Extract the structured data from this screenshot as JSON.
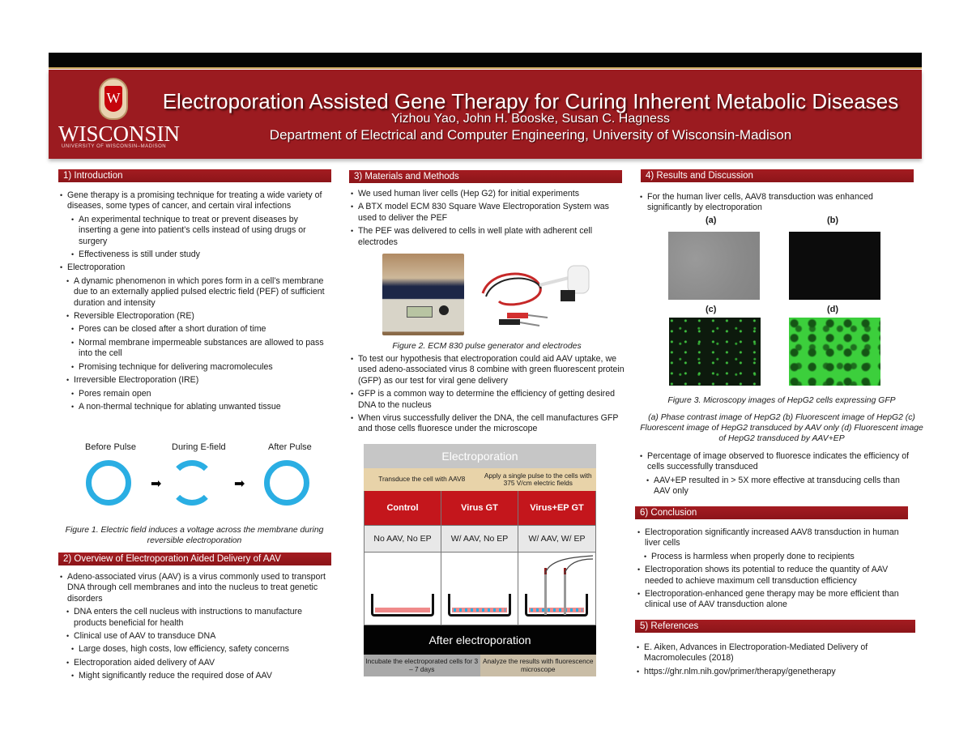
{
  "header": {
    "logo_wordmark": "WISCONSIN",
    "logo_subtext": "UNIVERSITY OF WISCONSIN–MADISON",
    "crest_letter": "W",
    "title": "Electroporation Assisted Gene Therapy for Curing Inherent Metabolic Diseases",
    "authors": "Yizhou Yao, John H. Booske, Susan C. Hagness",
    "department": "Department of Electrical and Computer Engineering, University of Wisconsin-Madison",
    "colors": {
      "banner": "#9b1b20",
      "topbar": "#050505",
      "accent_line": "#c9a35a"
    }
  },
  "introduction": {
    "heading": "1) Introduction",
    "bullets": [
      "Gene therapy is a promising technique for treating a wide variety of diseases, some types of cancer, and certain viral infections",
      "An experimental technique to treat or prevent diseases by inserting a gene into patient’s cells instead of using drugs or surgery",
      "Effectiveness is still under study",
      "Electroporation",
      "A dynamic phenomenon in which pores form in a cell’s membrane due to an externally applied pulsed electric field (PEF) of sufficient duration and intensity",
      "Reversible Electroporation (RE)",
      "Pores can be closed after a short duration of time",
      "Normal membrane impermeable substances are allowed to pass into the cell",
      "Promising technique for delivering macromolecules",
      "Irreversible Electroporation (IRE)",
      "Pores remain open",
      "A non-thermal technique for ablating unwanted tissue"
    ]
  },
  "figure1": {
    "labels": [
      "Before Pulse",
      "During E-field",
      "After Pulse"
    ],
    "caption": "Figure 1. Electric field induces a voltage across the membrane during reversible electroporation"
  },
  "overview": {
    "heading": "2) Overview of Electroporation Aided Delivery of AAV",
    "bullets": [
      "Adeno-associated virus (AAV) is a virus commonly used to transport DNA through cell membranes and into the nucleus to treat genetic disorders",
      "DNA enters the cell nucleus with instructions to manufacture products beneficial for health",
      "Clinical use of AAV to transduce DNA",
      "Large doses, high costs, low efficiency, safety concerns",
      "Electroporation aided delivery of AAV",
      "Might significantly reduce the required dose of AAV"
    ]
  },
  "methods": {
    "heading": "3)   Materials and Methods",
    "bullets_top": [
      "We used human liver cells (Hep G2) for initial experiments",
      "A BTX model ECM 830 Square Wave Electroporation System was used to deliver the PEF",
      "The PEF was delivered to cells in well plate with adherent cell electrodes"
    ],
    "figure2_caption": "Figure 2. ECM 830 pulse generator and electrodes",
    "bullets_bottom": [
      "To test our hypothesis that electroporation could aid AAV uptake, we used adeno-associated virus 8 combine with green fluorescent protein (GFP) as our test for viral gene delivery",
      "GFP is a common way to determine the efficiency of getting desired DNA to the nucleus",
      "When virus successfully deliver the DNA, the cell manufactures GFP and those cells fluoresce under the microscope"
    ]
  },
  "workflow": {
    "title": "Electroporation",
    "step1": "Transduce the cell with AAV8",
    "step2": "Apply a single pulse to the cells with 375 V/cm electric fields",
    "columns": [
      {
        "head": "Control",
        "sub": "No AAV, No EP"
      },
      {
        "head": "Virus GT",
        "sub": "W/ AAV, No EP"
      },
      {
        "head": "Virus+EP GT",
        "sub": "W/ AAV, W/ EP"
      }
    ],
    "after_title": "After electroporation",
    "foot1": "Incubate the electroporated cells for 3 – 7 days",
    "foot2": "Analyze the results with fluorescence microscope"
  },
  "results": {
    "heading": "4) Results and Discussion",
    "bullet_intro": "For the human liver cells, AAV8 transduction was enhanced significantly by electroporation",
    "panels": [
      "(a)",
      "(b)",
      "(c)",
      "(d)"
    ],
    "figure3_caption": "Figure 3. Microscopy images of HepG2 cells expressing GFP",
    "figure3_detail": "(a) Phase contrast image of HepG2  (b) Fluorescent image of HepG2 (c) Fluorescent image of HepG2 transduced by AAV only (d) Fluorescent image of HepG2 transduced by AAV+EP",
    "bullets": [
      "Percentage of image observed to fluoresce indicates the efficiency of cells successfully transduced",
      "AAV+EP resulted in > 5X more effective at transducing cells than AAV only"
    ]
  },
  "conclusion": {
    "heading": "6) Conclusion",
    "bullets": [
      "Electroporation significantly increased AAV8 transduction in human liver cells",
      "Process is harmless when properly done to recipients",
      "Electroporation shows its potential to reduce the quantity of AAV needed to achieve maximum cell transduction efficiency",
      "Electroporation-enhanced gene therapy may be more efficient than clinical use of AAV transduction alone"
    ]
  },
  "references": {
    "heading": "5) References",
    "items": [
      "E. Aiken, Advances in Electroporation-Mediated Delivery of Macromolecules (2018)",
      "https://ghr.nlm.nih.gov/primer/therapy/genetherapy"
    ]
  }
}
